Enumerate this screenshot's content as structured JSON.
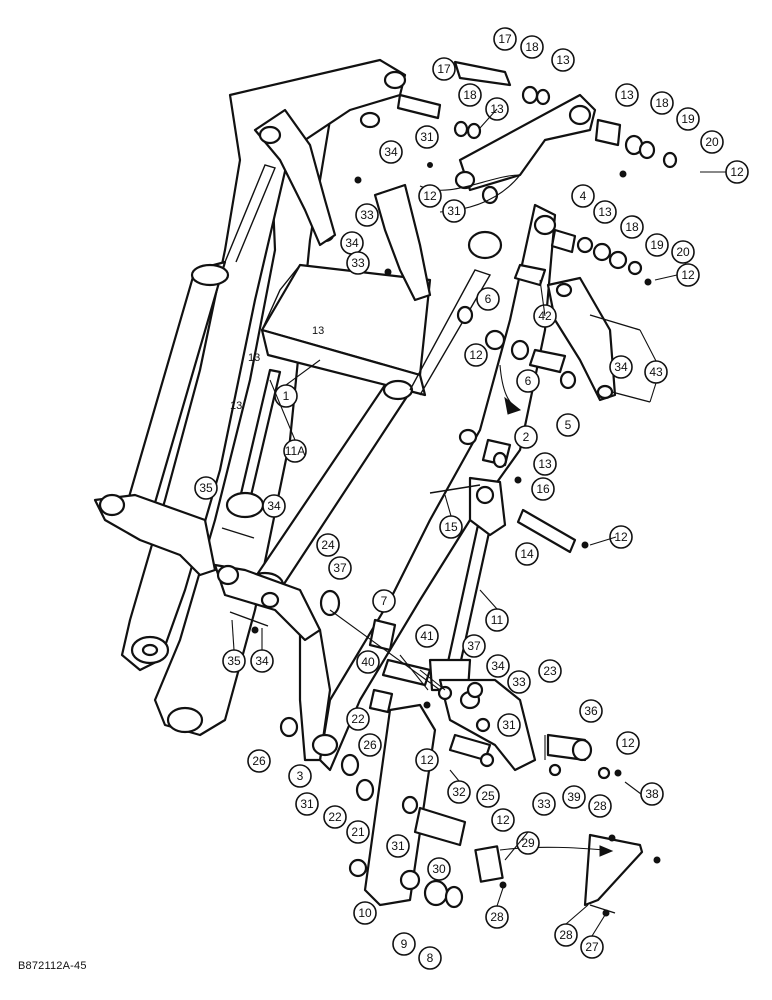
{
  "figure_code": "B872112A-45",
  "decal_marks": [
    "13",
    "13"
  ],
  "callouts": [
    "17",
    "18",
    "13",
    "17",
    "18",
    "13",
    "13",
    "18",
    "19",
    "20",
    "12",
    "34",
    "31",
    "12",
    "33",
    "31",
    "4",
    "13",
    "18",
    "19",
    "20",
    "12",
    "34",
    "33",
    "6",
    "42",
    "12",
    "6",
    "43",
    "34",
    "5",
    "1",
    "11A",
    "2",
    "13",
    "16",
    "35",
    "34",
    "15",
    "12",
    "14",
    "24",
    "37",
    "11",
    "7",
    "41",
    "37",
    "34",
    "23",
    "33",
    "40",
    "31",
    "35",
    "34",
    "22",
    "36",
    "12",
    "12",
    "26",
    "26",
    "3",
    "39",
    "28",
    "38",
    "31",
    "22",
    "32",
    "25",
    "33",
    "21",
    "31",
    "12",
    "29",
    "30",
    "10",
    "28",
    "9",
    "8",
    "28",
    "27"
  ]
}
